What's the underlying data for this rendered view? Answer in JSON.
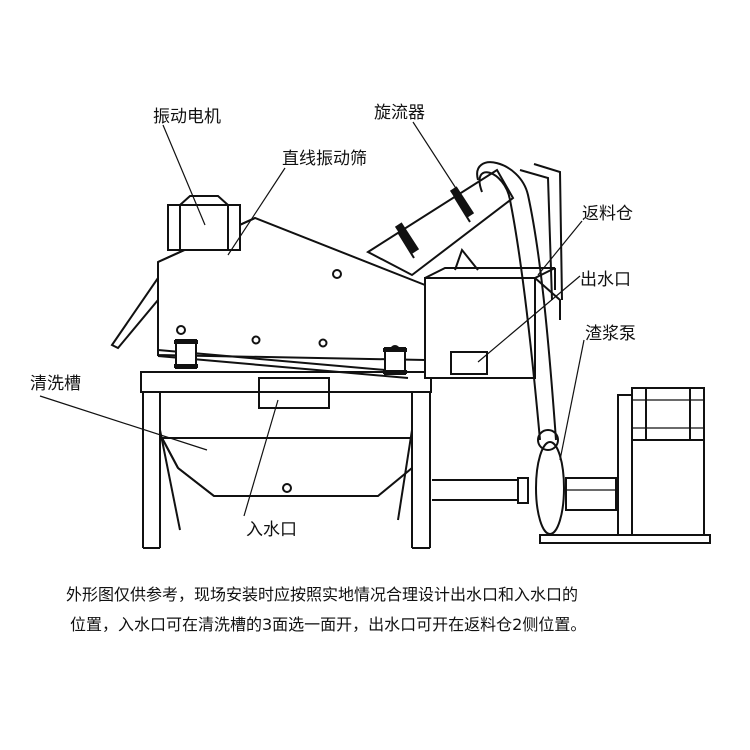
{
  "labels": {
    "vibration_motor": "振动电机",
    "linear_screen": "直线振动筛",
    "cyclone": "旋流器",
    "return_bin": "返料仓",
    "water_outlet": "出水口",
    "slurry_pump": "渣浆泵",
    "wash_tank": "清洗槽",
    "water_inlet": "入水口"
  },
  "note": {
    "line1": "外形图仅供参考，现场安装时应按照实地情况合理设计出水口和入水口的",
    "line2": "位置，入水口可在清洗槽的3面选一面开，出水口可开在返料仓2侧位置。"
  }
}
